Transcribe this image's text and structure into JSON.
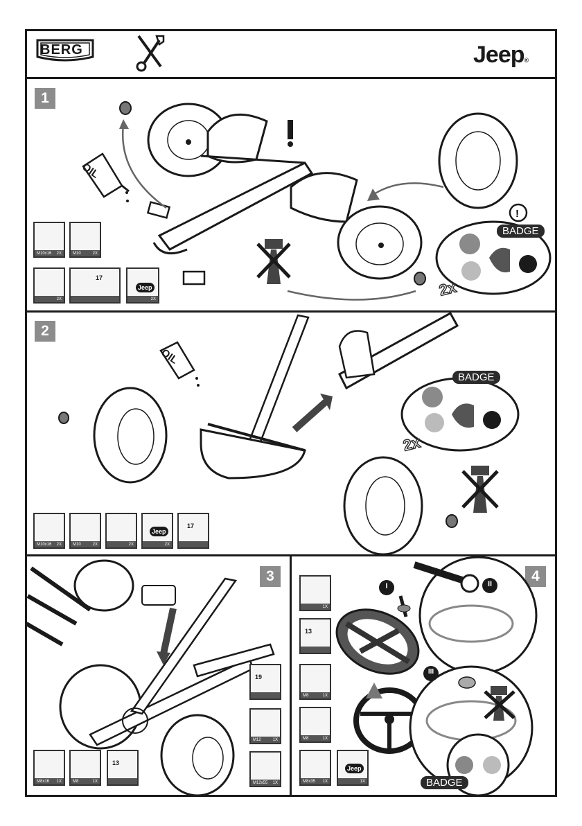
{
  "header": {
    "brand_logo": "BERG",
    "partner_logo": "Jeep",
    "partner_logo_mark": "®",
    "tools_icon": "wrench-screwdriver-icon"
  },
  "steps": [
    {
      "number": "1",
      "badge_label": "BADGE",
      "multiplier": "2x",
      "oil_label": "OIL",
      "parts": [
        {
          "code": "M10x16",
          "qty": "2X"
        },
        {
          "code": "M10",
          "qty": "2X"
        },
        {
          "code": "",
          "qty": "2X"
        },
        {
          "code": "17",
          "qty": ""
        },
        {
          "code": "Jeep",
          "qty": "2X"
        }
      ]
    },
    {
      "number": "2",
      "badge_label": "BADGE",
      "multiplier": "2x",
      "oil_label": "OIL",
      "parts": [
        {
          "code": "M10x16",
          "qty": "2X"
        },
        {
          "code": "M10",
          "qty": "2X"
        },
        {
          "code": "",
          "qty": "2X"
        },
        {
          "code": "Jeep",
          "qty": "2X"
        },
        {
          "code": "17",
          "qty": ""
        }
      ]
    },
    {
      "number": "3",
      "parts": [
        {
          "code": "M8x16",
          "qty": "1X"
        },
        {
          "code": "M8",
          "qty": "1X"
        },
        {
          "code": "13",
          "qty": ""
        },
        {
          "code": "19",
          "qty": ""
        },
        {
          "code": "M12",
          "qty": "1X"
        },
        {
          "code": "M12x55",
          "qty": "1X"
        }
      ]
    },
    {
      "number": "4",
      "badge_label": "BADGE",
      "sub_steps": [
        "I",
        "II",
        "III"
      ],
      "wrench_size": "13",
      "parts": [
        {
          "code": "",
          "qty": "1X"
        },
        {
          "code": "13",
          "qty": ""
        },
        {
          "code": "M8",
          "qty": "1X"
        },
        {
          "code": "M8",
          "qty": "1X"
        },
        {
          "code": "M8x35",
          "qty": "1X"
        },
        {
          "code": "Jeep",
          "qty": "1X"
        }
      ]
    }
  ],
  "colors": {
    "frame": "#1a1a1a",
    "step_box": "#8c8c8c",
    "panel_fill": "#ececec"
  }
}
